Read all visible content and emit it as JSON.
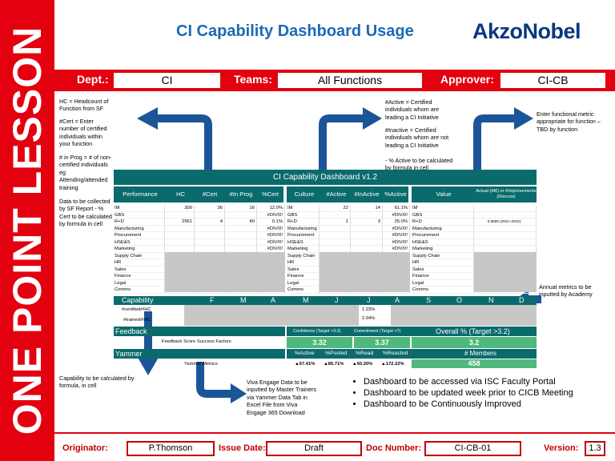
{
  "side_banner": "ONE POINT LESSON",
  "title": "CI Capability Dashboard Usage",
  "brand": "AkzoNobel",
  "header": {
    "dept_label": "Dept.:",
    "dept_value": "CI",
    "teams_label": "Teams:",
    "teams_value": "All Functions",
    "approver_label": "Approver:",
    "approver_value": "CI-CB"
  },
  "notes": {
    "hc": "HC = Headcount of Function from SF",
    "cert": "#Cert = Enter number of certified individuals within your function",
    "inprog": "# in Prog = # of non-certified individuals eg Attending/attended training",
    "collected": "Data to be collected by SF Report - % Cert to be calculated by formula in cell",
    "active": "#Active = Certified individuals whom are leading a CI Initiative",
    "inactive": "#Inactive = Certified individuals whom are not leading a CI Initiative",
    "pct_active": "- % Active to be calculated by formula in cell",
    "metric": "Enter functional metric appropriate for function – TBD by function",
    "annual": "Annual metrics to be inputted by Academy",
    "capability": "Capability to be calculated by formula, in cell",
    "viva": "Viva Engage Data to be inputted by Master Trainers via Yammer Data Tab in Excel File from Viva Engage 365 Download"
  },
  "dashboard": {
    "title": "CI Capability Dashboard v1.2",
    "perf_headers": [
      "Performance",
      "HC",
      "#Cert",
      "#In Prog",
      "%Cert"
    ],
    "culture_headers": [
      "Culture",
      "#Active",
      "#InActive",
      "%Active"
    ],
    "value_header": "Value",
    "actual_header": "Actual (M€) or #Improvements (Discuss)",
    "perf_rows": [
      {
        "name": "IM",
        "hc": "300",
        "cert": "36",
        "prog": "16",
        "pct": "12.0%"
      },
      {
        "name": "GBS",
        "hc": "",
        "cert": "",
        "prog": "",
        "pct": "#DIV/0!"
      },
      {
        "name": "R+D",
        "hc": "2961",
        "cert": "4",
        "prog": "40",
        "pct": "0.1%"
      },
      {
        "name": "Manufacturing",
        "hc": "",
        "cert": "",
        "prog": "",
        "pct": "#DIV/0!"
      },
      {
        "name": "Procurement",
        "hc": "",
        "cert": "",
        "prog": "",
        "pct": "#DIV/0!"
      },
      {
        "name": "HSE&S",
        "hc": "",
        "cert": "",
        "prog": "",
        "pct": "#DIV/0!"
      },
      {
        "name": "Marketing",
        "hc": "",
        "cert": "",
        "prog": "",
        "pct": "#DIV/0!"
      },
      {
        "name": "Supply Chain",
        "hc": "",
        "cert": "",
        "prog": "",
        "pct": ""
      },
      {
        "name": "HR",
        "hc": "",
        "cert": "",
        "prog": "",
        "pct": ""
      },
      {
        "name": "Sales",
        "hc": "",
        "cert": "",
        "prog": "",
        "pct": ""
      },
      {
        "name": "Finance",
        "hc": "",
        "cert": "",
        "prog": "",
        "pct": ""
      },
      {
        "name": "Legal",
        "hc": "",
        "cert": "",
        "prog": "",
        "pct": ""
      },
      {
        "name": "Comms",
        "hc": "",
        "cert": "",
        "prog": "",
        "pct": ""
      }
    ],
    "culture_rows": [
      {
        "name": "IM",
        "active": "22",
        "inactive": "14",
        "pct": "61.1%"
      },
      {
        "name": "GBS",
        "active": "",
        "inactive": "",
        "pct": "#DIV/0!"
      },
      {
        "name": "R+D",
        "active": "1",
        "inactive": "3",
        "pct": "25.0%"
      },
      {
        "name": "Manufacturing",
        "active": "",
        "inactive": "",
        "pct": "#DIV/0!"
      },
      {
        "name": "Procurement",
        "active": "",
        "inactive": "",
        "pct": "#DIV/0!"
      },
      {
        "name": "HSE&S",
        "active": "",
        "inactive": "",
        "pct": "#DIV/0!"
      },
      {
        "name": "Marketing",
        "active": "",
        "inactive": "",
        "pct": "#DIV/0!"
      },
      {
        "name": "Supply Chain",
        "active": "",
        "inactive": "",
        "pct": ""
      },
      {
        "name": "HR",
        "active": "",
        "inactive": "",
        "pct": ""
      },
      {
        "name": "Sales",
        "active": "",
        "inactive": "",
        "pct": ""
      },
      {
        "name": "Finance",
        "active": "",
        "inactive": "",
        "pct": ""
      },
      {
        "name": "Legal",
        "active": "",
        "inactive": "",
        "pct": ""
      },
      {
        "name": "Comms",
        "active": "",
        "inactive": "",
        "pct": ""
      }
    ],
    "value_rows": [
      {
        "name": "IM",
        "actual": ""
      },
      {
        "name": "GBS",
        "actual": ""
      },
      {
        "name": "R+D",
        "actual": "0.968€ (2021+2022)"
      },
      {
        "name": "Manufacturing",
        "actual": ""
      },
      {
        "name": "Procurement",
        "actual": ""
      },
      {
        "name": "HSE&S",
        "actual": ""
      },
      {
        "name": "Marketing",
        "actual": ""
      },
      {
        "name": "Supply Chain",
        "actual": ""
      },
      {
        "name": "HR",
        "actual": ""
      },
      {
        "name": "Sales",
        "actual": ""
      },
      {
        "name": "Finance",
        "actual": ""
      },
      {
        "name": "Legal",
        "actual": ""
      },
      {
        "name": "Comms",
        "actual": ""
      }
    ],
    "capability": {
      "label": "Capability",
      "months": [
        "F",
        "M",
        "A",
        "M",
        "J",
        "J",
        "A",
        "S",
        "O",
        "N",
        "D"
      ],
      "row1_label": "#certified/#HC",
      "row2_label": "#trained/#HC",
      "row1_value": "1.23%",
      "row2_value": "2.94%"
    },
    "feedback": {
      "label": "Feedback",
      "sub": "Feedback Score Success Factors",
      "conf_header": "Confidence (Target >3.2)",
      "commit_header": "Commitment (Target >7)",
      "overall_header": "Overall % (Target >3.2)",
      "conf": "3.32",
      "commit": "3.37",
      "overall": "3.2"
    },
    "yammer": {
      "label": "Yammer",
      "sub": "Yammer Metrics",
      "headers": [
        "%Active",
        "%Posted",
        "%Read",
        "%Reacted"
      ],
      "values": [
        "▲67.41%",
        "▲85.71%",
        "▲60.20%",
        "▲172.22%"
      ],
      "members_label": "# Members",
      "members": "458"
    }
  },
  "bullets": [
    "Dashboard to be accessed via ISC Faculty Portal",
    "Dashboard to be updated week prior to CICB Meeting",
    "Dashboard to be Continuously Improved"
  ],
  "footer": {
    "originator_label": "Originator:",
    "originator": "P.Thomson",
    "issue_label": "Issue Date:",
    "issue": "Draft",
    "docnum_label": "Doc Number:",
    "docnum": "CI-CB-01",
    "version_label": "Version:",
    "version": "1.3"
  },
  "colors": {
    "red": "#e3000f",
    "teal": "#0b6a6c",
    "green": "#4fb87c",
    "arrow": "#1b5598",
    "title_blue": "#1c6ab5",
    "brand": "#0a3780"
  }
}
